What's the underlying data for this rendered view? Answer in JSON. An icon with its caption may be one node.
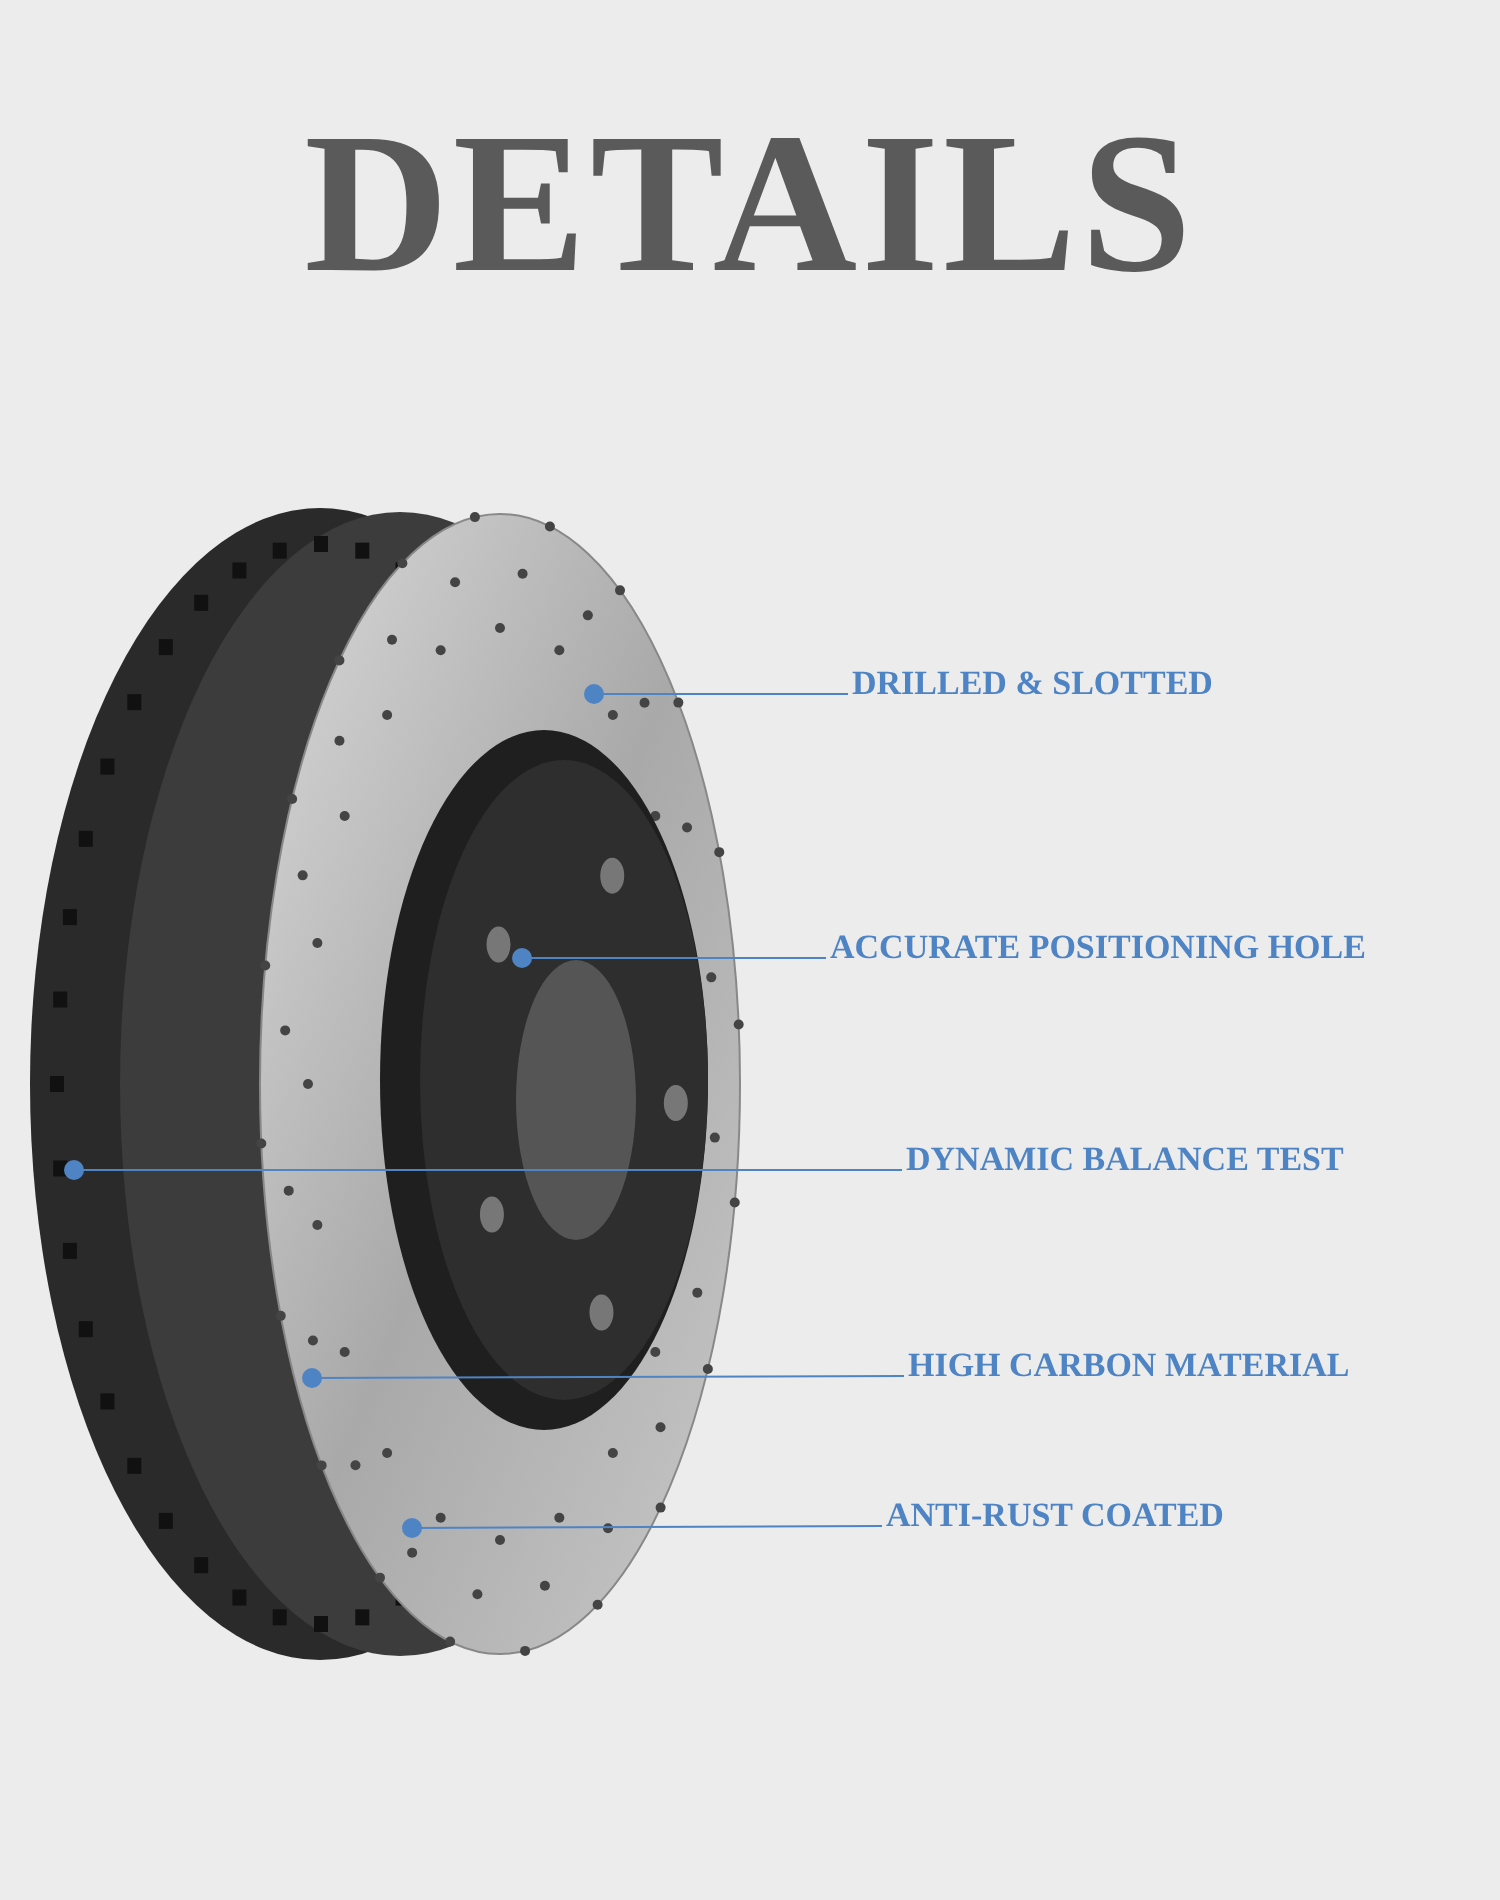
{
  "diagram": {
    "title": "DETAILS",
    "nodes": [
      {
        "text": [],
        "shape": "picture"
      },
      {
        "text": [
          "DRILLED & SLOTTED"
        ]
      },
      {
        "text": [
          "ACCURATE POSITIONING HOLE"
        ]
      },
      {
        "text": [
          "DYNAMIC BALANCE TEST"
        ]
      },
      {
        "text": [
          "HIGH CARBON MATERIAL"
        ]
      },
      {
        "text": [
          "ANTI-RUST COATED"
        ]
      }
    ],
    "edges": [
      {
        "from": 1,
        "to": 0,
        "arrow": "other"
      },
      {
        "from": 2,
        "to": 0,
        "arrow": "other"
      },
      {
        "from": 3,
        "to": 0,
        "arrow": "other"
      },
      {
        "from": 4,
        "to": 0,
        "arrow": "other"
      },
      {
        "from": 5,
        "to": 0,
        "arrow": "other"
      }
    ]
  }
}
